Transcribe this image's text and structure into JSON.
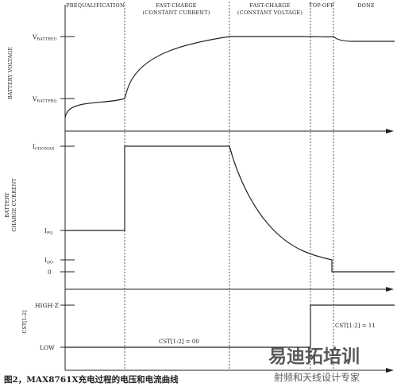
{
  "phases": [
    {
      "name": "prequalification",
      "line1": "PREQUALIFICATION",
      "line2": ""
    },
    {
      "name": "fast-charge-cc",
      "line1": "FAST-CHARGE",
      "line2": "(CONSTANT CURRENT)"
    },
    {
      "name": "fast-charge-cv",
      "line1": "FAST-CHARGE",
      "line2": "(CONSTANT VOLTAGE)"
    },
    {
      "name": "top-off",
      "line1": "TOP-OFF",
      "line2": ""
    },
    {
      "name": "done",
      "line1": "DONE",
      "line2": ""
    }
  ],
  "voltage_panel": {
    "axis_label": "BATTERY VOLTAGE",
    "levels": [
      {
        "main": "V",
        "sub": "BATTREG"
      },
      {
        "main": "V",
        "sub": "BATTPRQ"
      }
    ]
  },
  "current_panel": {
    "axis_label_line1": "BATTERY",
    "axis_label_line2": "CHARGE CURRENT",
    "levels": [
      {
        "main": "I",
        "sub": "CHGMAX"
      },
      {
        "main": "I",
        "sub": "PQ"
      },
      {
        "main": "I",
        "sub": "DO"
      },
      {
        "main": "0",
        "sub": ""
      }
    ]
  },
  "status_panel": {
    "axis_label": "CST[1:2]",
    "levels": [
      "HIGH-Z",
      "LOW"
    ],
    "annotations": [
      "CST[1:2] = 00",
      "CST[1:2] = 11"
    ]
  },
  "caption": "图2，MAX8761X充电过程的电压和电流曲线",
  "watermark": {
    "line1": "易迪拓培训",
    "line2": "射频和天线设计专家",
    "color1": "#d9534f",
    "color2": "#d9534f"
  }
}
